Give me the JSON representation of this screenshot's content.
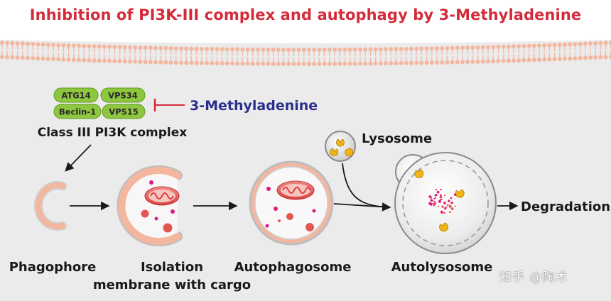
{
  "title": "Inhibition of PI3K-III complex and autophagy by 3-Methyladenine",
  "complex": {
    "subunits": [
      "ATG14",
      "VPS34",
      "Beclin-1",
      "VPS15"
    ],
    "label": "Class III PI3K complex"
  },
  "inhibitor": "3-Methyladenine",
  "lysosome_label": "Lysosome",
  "stages": [
    "Phagophore",
    "Isolation",
    "membrane with cargo",
    "Autophagosome",
    "Autolysosome"
  ],
  "degradation_label": "Degradation",
  "watermark": "知乎 @陶术",
  "colors": {
    "title": "#d42b3a",
    "inhibitor_text": "#2b2f8a",
    "inhibitor_bar": "#d42b3a",
    "complex_green": "#8dc63f",
    "membrane_salmon": "#f3b7a0",
    "cargo_red": "#e2564f",
    "cargo_magenta": "#e0197d",
    "enzyme_yellow": "#f2b415",
    "background_gray": "#ebebeb"
  }
}
